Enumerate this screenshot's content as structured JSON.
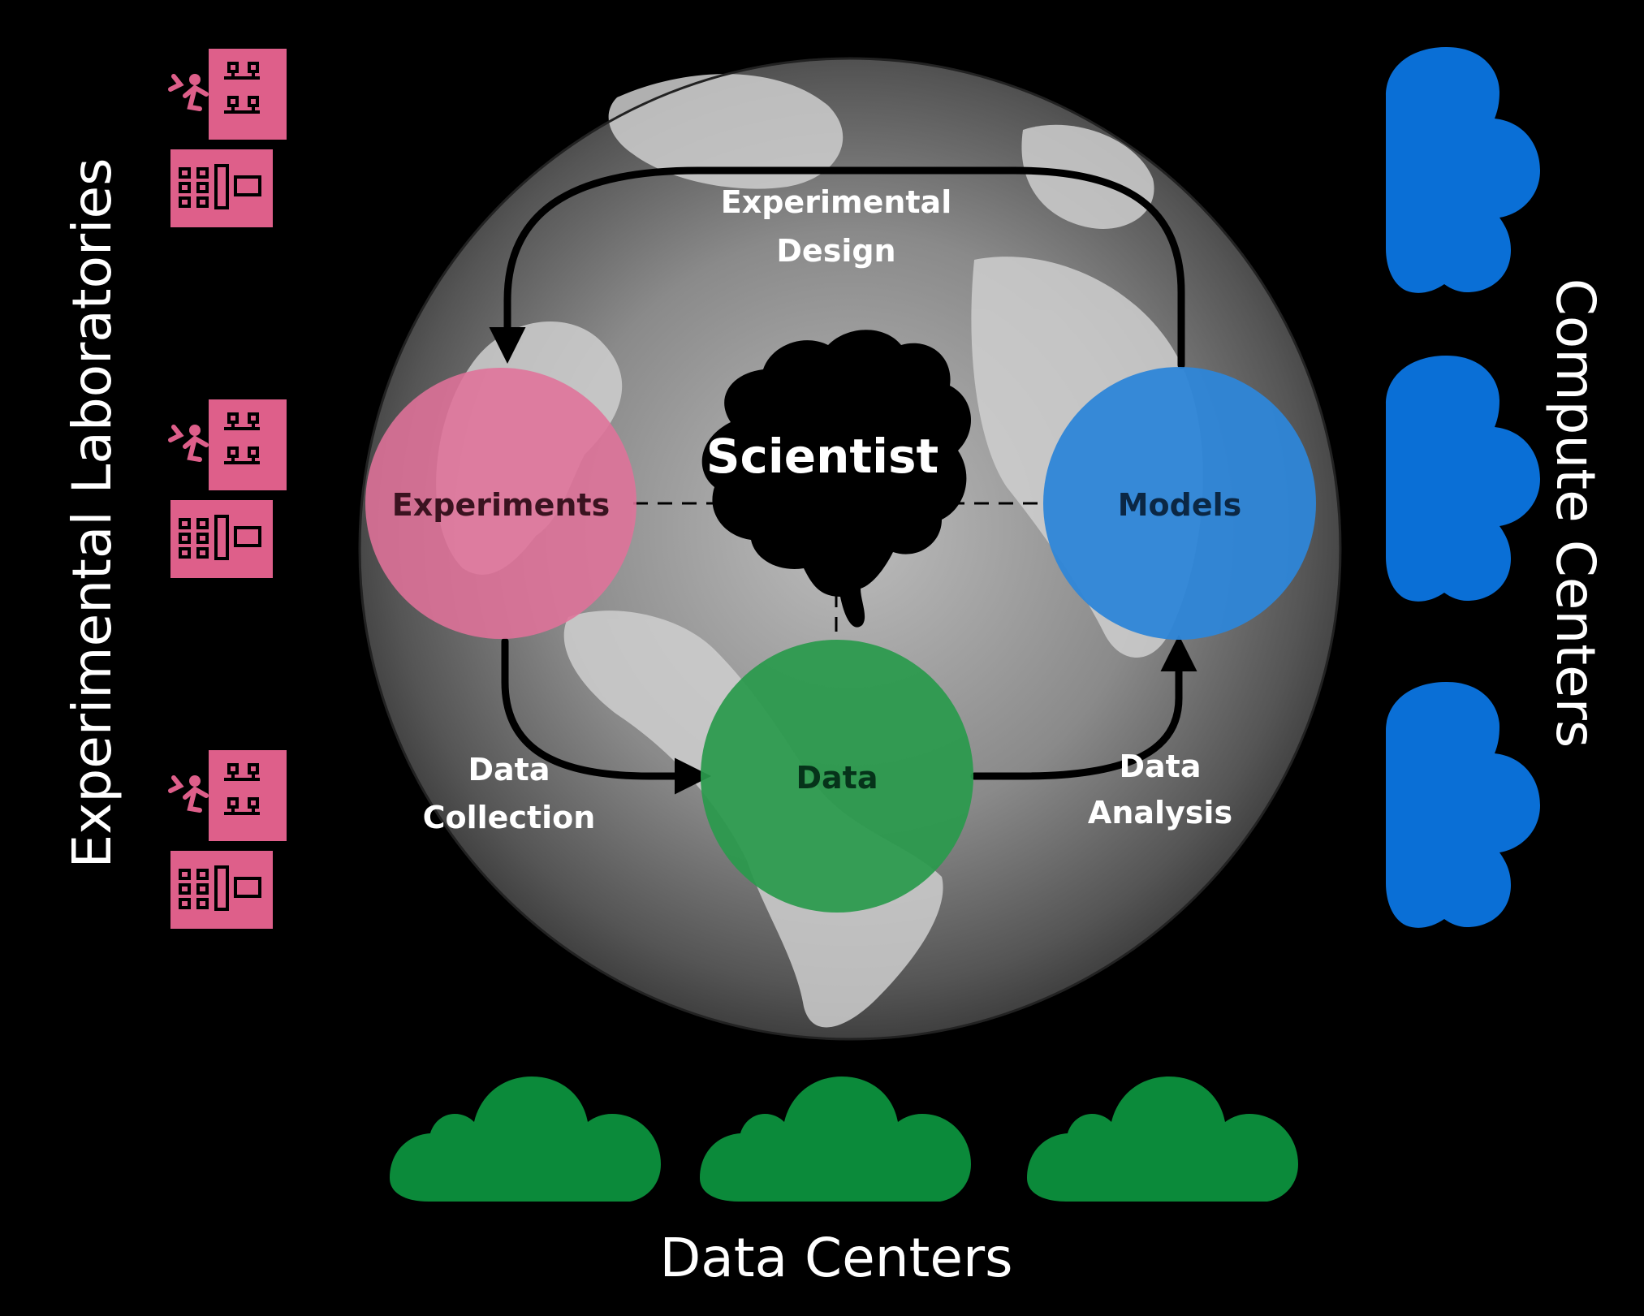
{
  "left_title": "Experimental Laboratories",
  "right_title": "Compute Centers",
  "bottom_title": "Data Centers",
  "center": {
    "scientist": "Scientist",
    "experiments": "Experiments",
    "models": "Models",
    "data": "Data"
  },
  "edges": {
    "design_line1": "Experimental",
    "design_line2": "Design",
    "collection_line1": "Data",
    "collection_line2": "Collection",
    "analysis_line1": "Data",
    "analysis_line2": "Analysis"
  },
  "colors": {
    "background": "#000000",
    "laboratory": "#de5f8a",
    "compute": "#0a6fd6",
    "datacenter": "#0b8a3a",
    "experiments_node": "#e0729a",
    "models_node": "#2e86d8",
    "data_node": "#2a9a4c",
    "globe_light": "#bdbdbd",
    "globe_dark": "#333333"
  },
  "icons": {
    "laboratory": "laboratory-building-icon",
    "compute": "cloud-icon",
    "datacenter": "cloud-icon",
    "scientist": "brain-icon",
    "globe": "globe-icon"
  }
}
